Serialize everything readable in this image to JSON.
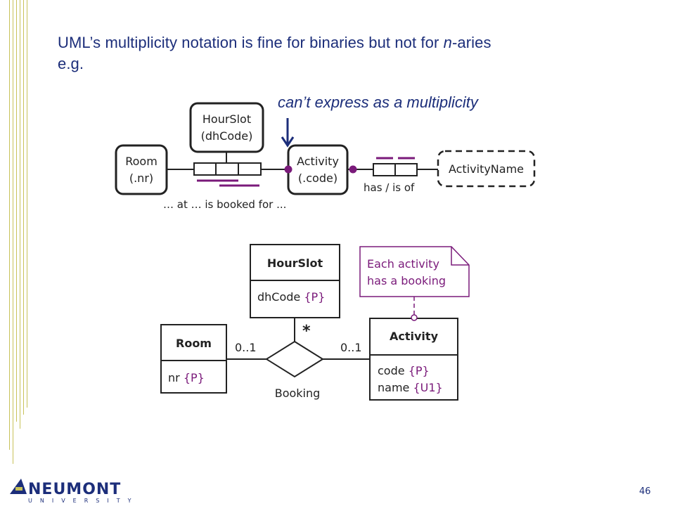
{
  "slide": {
    "title_prefix": "UML’s multiplicity notation is fine for binaries but not for ",
    "title_em": "n",
    "title_suffix": "-aries",
    "title_line2": "e.g.",
    "callout": "can’t express as a multiplicity",
    "page_number": "46"
  },
  "orm": {
    "hourslot_name": "HourSlot",
    "hourslot_ref": "(dhCode)",
    "room_name": "Room",
    "room_ref": "(.nr)",
    "activity_name": "Activity",
    "activity_ref": "(.code)",
    "activityname": "ActivityName",
    "reading_booking": "… at … is booked for ...",
    "reading_has": "has / is of"
  },
  "uml": {
    "hourslot_title": "HourSlot",
    "hourslot_attr": "dhCode",
    "hourslot_attr_tag": "{P}",
    "room_title": "Room",
    "room_attr": "nr",
    "room_attr_tag": "{P}",
    "activity_title": "Activity",
    "activity_attr1": "code",
    "activity_attr1_tag": "{P}",
    "activity_attr2": "name",
    "activity_attr2_tag": "{U1}",
    "assoc_name": "Booking",
    "mult_room": "0..1",
    "mult_activity": "0..1",
    "mult_hourslot": "*",
    "note_line1": "Each activity",
    "note_line2": "has a booking"
  },
  "logo": {
    "name": "NEUMONT",
    "sub": "UNIVERSITY"
  },
  "colors": {
    "title_blue": "#1c2e7a",
    "purple": "#7a1a7a",
    "frame": "#222222",
    "rule": "#c8c25a"
  }
}
